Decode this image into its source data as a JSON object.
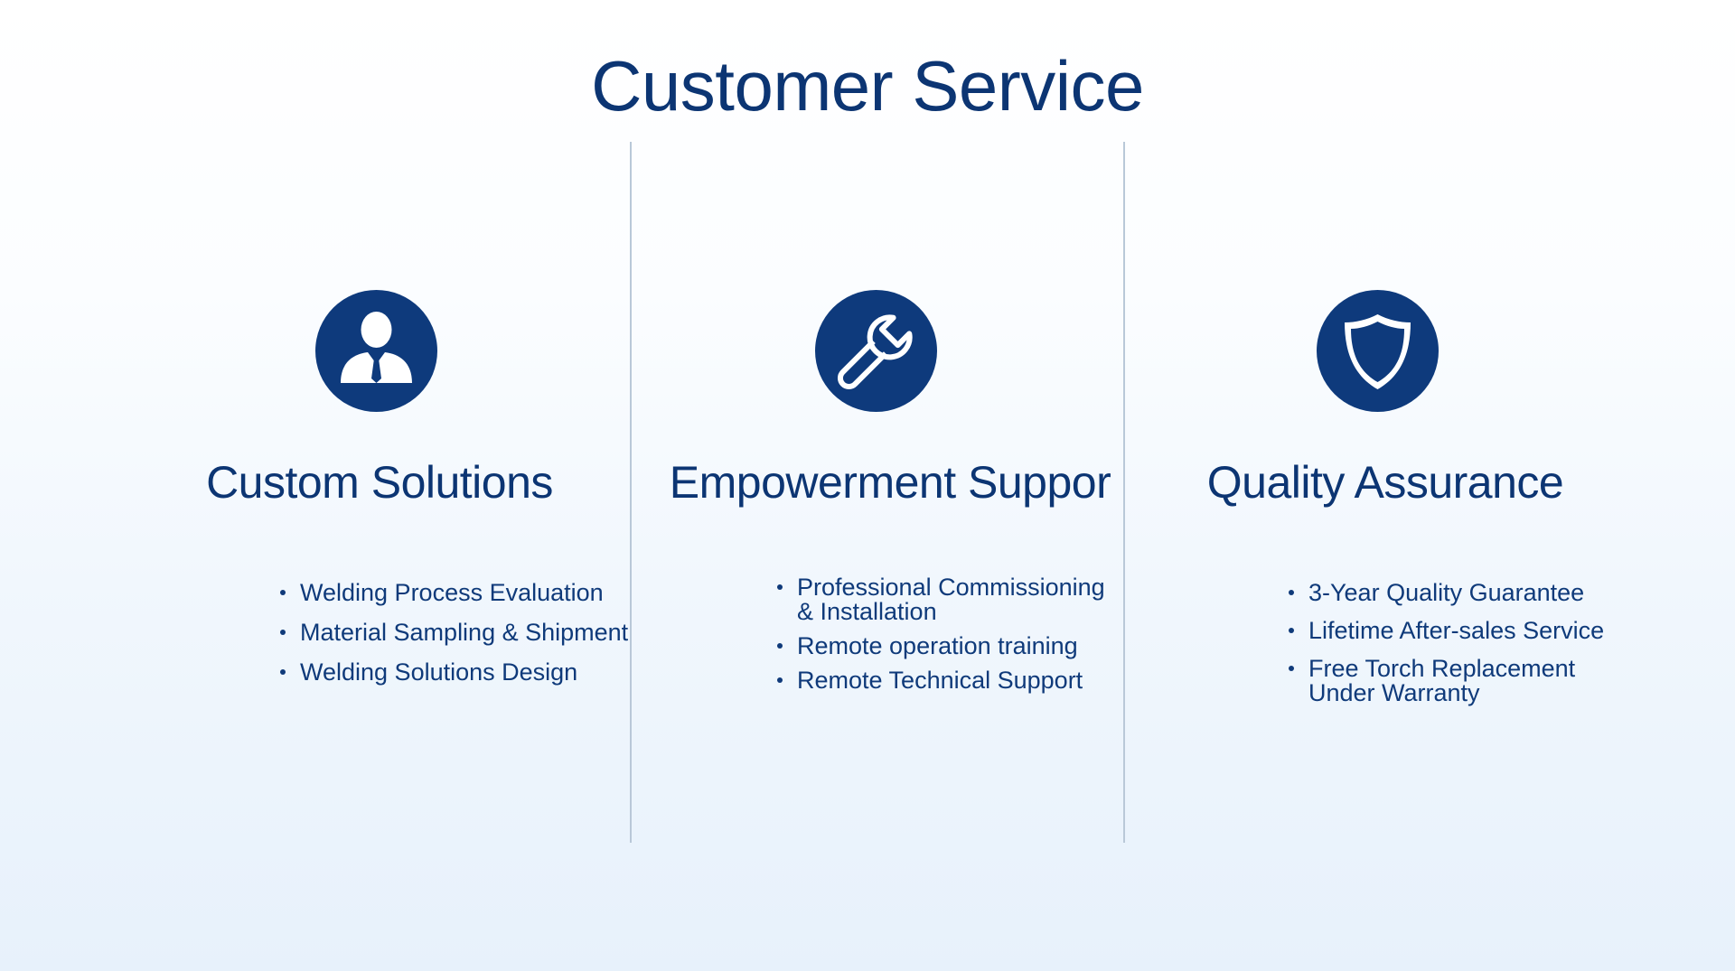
{
  "page": {
    "title": "Customer Service"
  },
  "columns": [
    {
      "icon": "businessman-icon",
      "title": "Custom Solutions",
      "items": [
        "Welding Process Evaluation",
        "Material Sampling & Shipment",
        "Welding Solutions Design"
      ]
    },
    {
      "icon": "wrench-icon",
      "title": "Empowerment Suppor",
      "items": [
        "Professional Commissioning",
        "& Installation",
        "Remote operation training",
        "Remote Technical Support"
      ]
    },
    {
      "icon": "shield-icon",
      "title": "Quality Assurance",
      "items": [
        "3-Year Quality Guarantee",
        "Lifetime After-sales Service",
        "Free Torch Replacement",
        "Under Warranty"
      ]
    }
  ],
  "colors": {
    "primary": "#0e3a7c",
    "text": "#0f3a7a",
    "divider": "#b9c8d8"
  }
}
